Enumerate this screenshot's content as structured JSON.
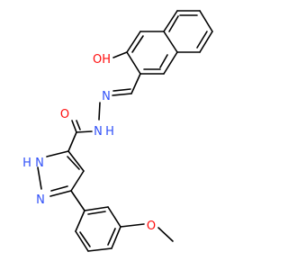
{
  "molecule": {
    "atoms": {
      "hydroxyl": "OH",
      "hydroxyl_o": "O",
      "hydroxyl_h": "H",
      "imine_n": "N",
      "hydrazide_n": "N",
      "hydrazide_h": "H",
      "carbonyl_o": "O",
      "pyrazole_nh": "N",
      "pyrazole_nh_h": "H",
      "pyrazole_n": "N",
      "methoxy_o": "O"
    },
    "colors": {
      "oxygen": "#ff0d0d",
      "nitrogen": "#3050f8",
      "bond": "#000000",
      "background": "#ffffff"
    }
  }
}
